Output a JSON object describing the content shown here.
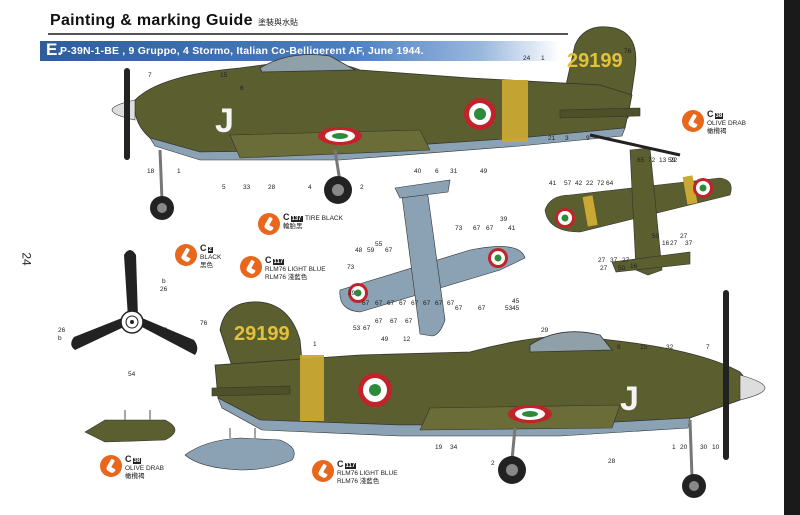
{
  "header": {
    "title": "Painting & marking Guide",
    "title_cn": "塗裝與水貼",
    "variant_letter": "E.",
    "variant_text": "P-39N-1-BE , 9 Gruppo, 4 Stormo, Italian Co-Belligerent AF, June 1944.",
    "page_number": "24"
  },
  "markings": {
    "serial": "29199",
    "code_letter": "J"
  },
  "colors": {
    "olive_drab": "#5b5e2e",
    "light_blue": "#8aa2b4",
    "yellow_band": "#c9a834",
    "roundel_green": "#2c8a3a",
    "roundel_red": "#c0232a",
    "title_band": "#3a6aa8",
    "icon_orange": "#e8671c"
  },
  "swatches": [
    {
      "id": "olive-drab-top",
      "code": "C",
      "num": "38",
      "name": "OLIVE DRAB",
      "name_cn": "橄欖褐"
    },
    {
      "id": "tire-black",
      "code": "C",
      "num": "137",
      "name": "TIRE BLACK",
      "name_cn": "輪胎黑"
    },
    {
      "id": "black",
      "code": "C",
      "num": "2",
      "name": "BLACK",
      "name_cn": "黑色"
    },
    {
      "id": "light-blue-mid",
      "code": "C",
      "num": "117",
      "name": "RLM76 LIGHT BLUE",
      "name_cn": "RLM76 淺藍色"
    },
    {
      "id": "olive-drab-bottom",
      "code": "C",
      "num": "38",
      "name": "OLIVE DRAB",
      "name_cn": "橄欖褐"
    },
    {
      "id": "light-blue-bottom",
      "code": "C",
      "num": "117",
      "name": "RLM76 LIGHT BLUE",
      "name_cn": "RLM76 淺藍色"
    }
  ],
  "callouts": {
    "top_profile": [
      "7",
      "15",
      "6",
      "24",
      "1",
      "76",
      "18",
      "1",
      "5",
      "33",
      "28",
      "4",
      "2",
      "40",
      "6",
      "31",
      "49",
      "21",
      "3",
      "9"
    ],
    "bottom_profile": [
      "76",
      "1",
      "49",
      "12",
      "29",
      "8",
      "15",
      "32",
      "7",
      "19",
      "34",
      "2",
      "28",
      "1",
      "20",
      "30",
      "10"
    ],
    "underside": [
      "39",
      "41",
      "73",
      "67",
      "67",
      "48",
      "59",
      "55",
      "67",
      "73",
      "39",
      "67",
      "67",
      "67",
      "67",
      "67",
      "67",
      "67",
      "67",
      "45",
      "53",
      "67",
      "67",
      "67",
      "67",
      "67",
      "67",
      "53",
      "45"
    ],
    "top_view": [
      "65",
      "72",
      "13",
      "22",
      "41",
      "57",
      "42",
      "22",
      "72",
      "64",
      "59",
      "50",
      "27",
      "37",
      "27",
      "16",
      "27",
      "16",
      "27",
      "37",
      "27",
      "50"
    ],
    "propeller": [
      "b",
      "26",
      "26",
      "26",
      "b",
      "54"
    ]
  }
}
